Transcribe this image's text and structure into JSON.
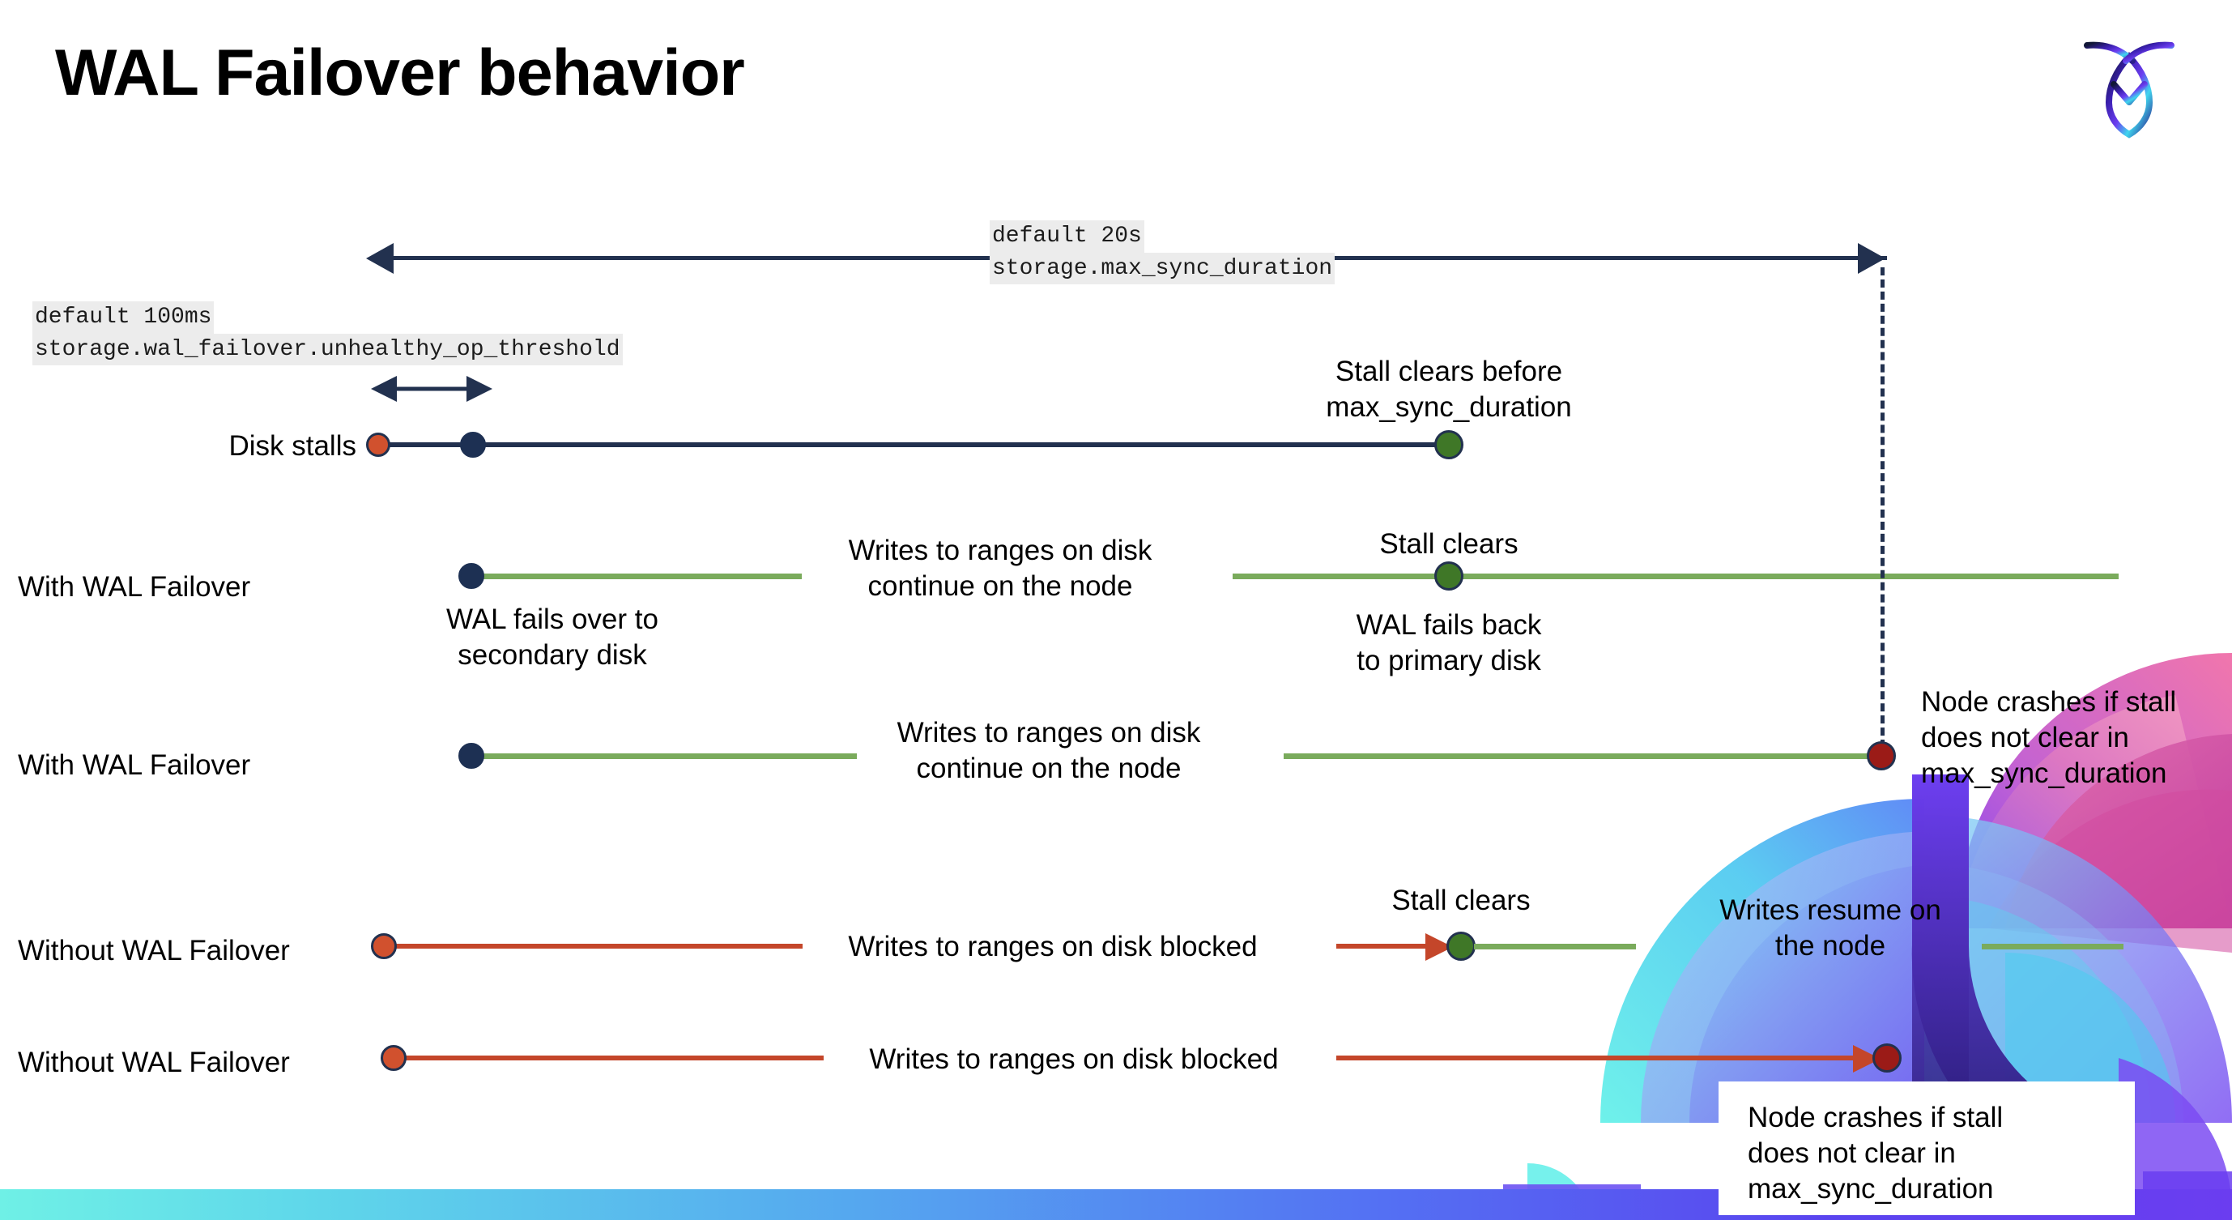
{
  "slide": {
    "title": "WAL Failover behavior",
    "logo_name": "cockroachdb-logo"
  },
  "settings": {
    "max_sync_duration": {
      "default_line": "default 20s",
      "name_line": "storage.max_sync_duration"
    },
    "unhealthy_op_threshold": {
      "default_line": "default 100ms",
      "name_line": "storage.wal_failover.unhealthy_op_threshold"
    }
  },
  "rows": [
    {
      "id": "disk-stalls",
      "label": "Disk stalls",
      "annotations": [
        {
          "id": "stall-clears-before",
          "text": "Stall clears before\nmax_sync_duration"
        }
      ]
    },
    {
      "id": "with-wal-failover-recovers",
      "label": "With WAL Failover",
      "annotations": [
        {
          "id": "wal-fails-over",
          "text": "WAL fails over to\nsecondary disk"
        },
        {
          "id": "writes-continue",
          "text": "Writes to ranges on disk\ncontinue on the node"
        },
        {
          "id": "stall-clears",
          "text": "Stall clears"
        },
        {
          "id": "wal-fails-back",
          "text": "WAL fails  back\nto primary disk"
        }
      ]
    },
    {
      "id": "with-wal-failover-crashes",
      "label": "With WAL Failover",
      "annotations": [
        {
          "id": "writes-continue-2",
          "text": "Writes to ranges on disk\ncontinue on the node"
        },
        {
          "id": "node-crashes-1",
          "text": "Node crashes if stall\ndoes not clear in\nmax_sync_duration"
        }
      ]
    },
    {
      "id": "without-wal-failover-recovers",
      "label": "Without WAL Failover",
      "annotations": [
        {
          "id": "writes-blocked",
          "text": "Writes to ranges on disk  blocked"
        },
        {
          "id": "stall-clears-2",
          "text": "Stall clears"
        },
        {
          "id": "writes-resume",
          "text": "Writes resume on\nthe node"
        }
      ]
    },
    {
      "id": "without-wal-failover-crashes",
      "label": "Without WAL Failover",
      "annotations": [
        {
          "id": "writes-blocked-2",
          "text": "Writes to ranges on disk  blocked"
        },
        {
          "id": "node-crashes-2",
          "text": "Node crashes if stall\ndoes not clear in\nmax_sync_duration"
        }
      ]
    }
  ],
  "colors": {
    "navy": "#22314f",
    "green_line": "#7aab5c",
    "red_line": "#c4462a",
    "dot_orange": "#d1512e",
    "dot_navy": "#1d3053",
    "dot_green": "#3f7727",
    "dot_darkred": "#9b1b17",
    "code_bg": "#ececec"
  }
}
